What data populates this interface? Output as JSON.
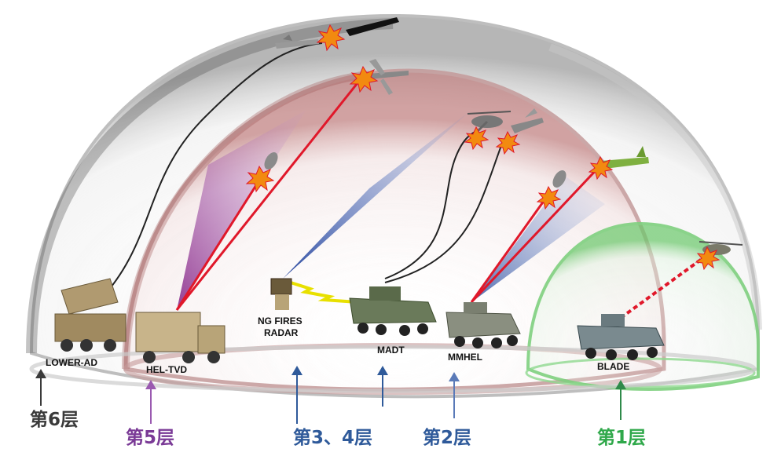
{
  "colors": {
    "layer6": "#3a3a3a",
    "layer5": "#7a3a96",
    "layer34": "#2f5a9a",
    "layer2": "#2f5a9a",
    "layer1": "#2fa84a",
    "laser": "#e0182a",
    "radar_beam": "#2f4fa0",
    "hel_beam": "#9a3aa0"
  },
  "systems": {
    "lower_ad": "LOWER-AD",
    "hel_tvd": "HEL-TVD",
    "ng_fires_radar_line1": "NG FIRES",
    "ng_fires_radar_line2": "RADAR",
    "madt": "MADT",
    "mmhel": "MMHEL",
    "blade": "BLADE"
  },
  "layers": {
    "layer6": "第6层",
    "layer5": "第5层",
    "layer34": "第3、4层",
    "layer2": "第2层",
    "layer1": "第1层"
  },
  "icons": [
    "missile-icon",
    "uav-icon",
    "helicopter-icon",
    "jet-icon",
    "mortar-icon",
    "explosion-icon",
    "truck-icon",
    "radar-icon",
    "armored-vehicle-icon"
  ]
}
